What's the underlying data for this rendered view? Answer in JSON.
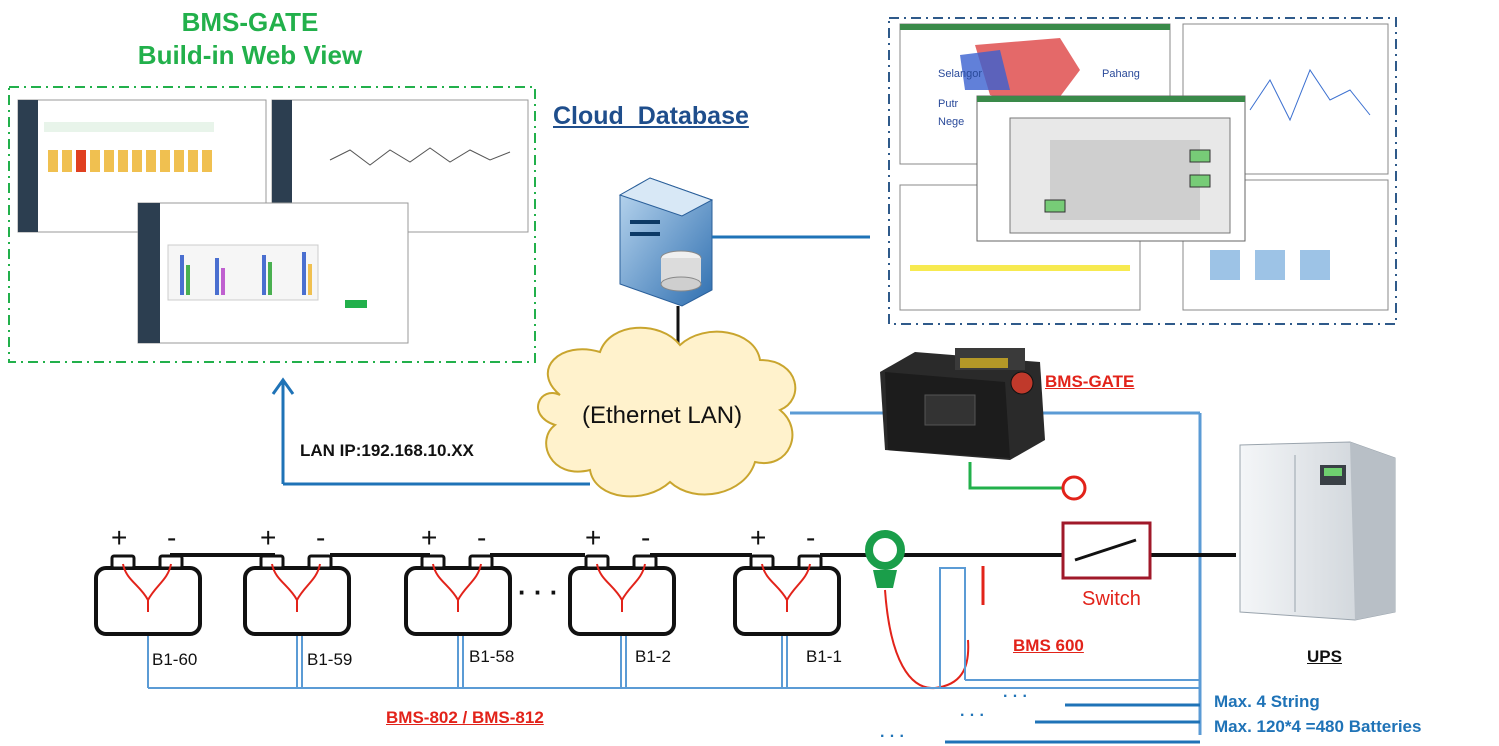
{
  "web_view": {
    "title_line1": "BMS-GATE",
    "title_line2": "Build-in Web View"
  },
  "cloud": {
    "label": "Cloud  Database"
  },
  "network": {
    "cloud_label": "(Ethernet LAN)",
    "lan_ip": "LAN IP:192.168.10.XX"
  },
  "gate": {
    "label": "BMS-GATE"
  },
  "bms600": {
    "label": "BMS 600"
  },
  "switch": {
    "label": "Switch"
  },
  "ups": {
    "label": "UPS"
  },
  "string_module": {
    "label": "BMS-802 / BMS-812"
  },
  "capacity": {
    "line1": "Max. 4 String",
    "line2": "Max. 120*4 =480 Batteries"
  },
  "ellipsis": "· · ·",
  "screen_text": {
    "map_a": "Selangor",
    "map_b": "Pahang",
    "map_c": "Putr",
    "map_d": "Nege"
  },
  "batteries": [
    {
      "id": "B1-60",
      "plus": "+",
      "minus": "-"
    },
    {
      "id": "B1-59",
      "plus": "+",
      "minus": "-"
    },
    {
      "id": "B1-58",
      "plus": "+",
      "minus": "-"
    },
    {
      "id": "B1-2",
      "plus": "+",
      "minus": "-"
    },
    {
      "id": "B1-1",
      "plus": "+",
      "minus": "-"
    }
  ],
  "colors": {
    "green": "#22b04b",
    "red": "#e2231a",
    "blue": "#1f73b7",
    "navy": "#1f4e8c",
    "cloud_fill": "#fff2cc"
  }
}
